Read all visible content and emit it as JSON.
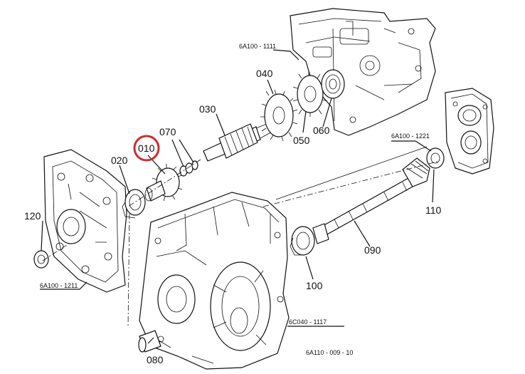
{
  "callouts": {
    "p010": "010",
    "p020": "020",
    "p030": "030",
    "p040": "040",
    "p050": "050",
    "p060": "060",
    "p070": "070",
    "p080": "080",
    "p090": "090",
    "p100": "100",
    "p110": "110",
    "p120": "120"
  },
  "references": {
    "top_case": "6A100 - 1111",
    "right_cover": "6A100 - 1221",
    "left_cover": "6A100 - 1211",
    "main_case": "6C040 - 1117",
    "drawing_number": "6A110 - 009 - 10"
  },
  "highlight_color": "#d42a2a"
}
